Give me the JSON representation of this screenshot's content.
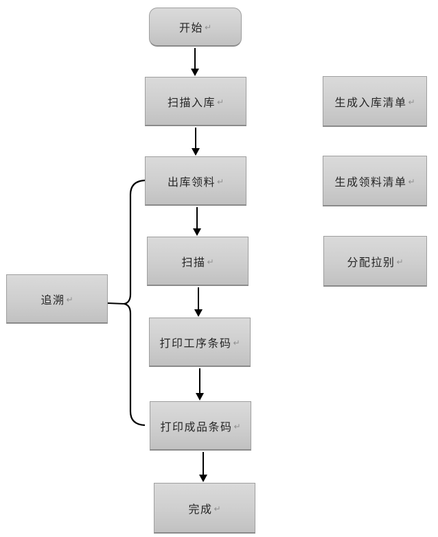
{
  "document": {
    "type": "flowchart",
    "background": "#ffffff"
  },
  "formatting_mark": "↵",
  "styles": {
    "node_fill_top": "#dadada",
    "node_fill_bottom": "#c1c1c1",
    "node_border": "#9e9e9e",
    "text_color": "#262626",
    "connector_color": "#000000",
    "formatting_mark_color": "#8f8f8f"
  },
  "flowchart": {
    "main_sequence": [
      {
        "id": "start",
        "label": "开始",
        "shape": "rounded"
      },
      {
        "id": "scan-inbound",
        "label": "扫描入库",
        "shape": "rect"
      },
      {
        "id": "outbound-picking",
        "label": "出库领料",
        "shape": "rect"
      },
      {
        "id": "scan",
        "label": "扫描",
        "shape": "rect"
      },
      {
        "id": "print-process-barcode",
        "label": "打印工序条码",
        "shape": "rect"
      },
      {
        "id": "print-product-barcode",
        "label": "打印成品条码",
        "shape": "rect"
      },
      {
        "id": "finish",
        "label": "完成",
        "shape": "rect"
      }
    ],
    "side_outputs": [
      {
        "id": "generate-inbound-list",
        "label": "生成入库清单",
        "aligned_with": "scan-inbound"
      },
      {
        "id": "generate-picking-list",
        "label": "生成领料清单",
        "aligned_with": "outbound-picking"
      },
      {
        "id": "assign-line",
        "label": "分配拉别",
        "aligned_with": "scan"
      }
    ],
    "annotation": {
      "id": "trace",
      "label": "追溯",
      "brace_spans": [
        "outbound-picking",
        "print-product-barcode"
      ]
    }
  }
}
